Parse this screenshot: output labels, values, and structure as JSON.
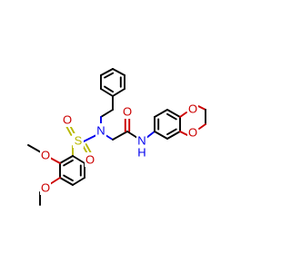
{
  "colors": {
    "carbon": "#000000",
    "oxygen": "#cc0000",
    "nitrogen": "#0000ee",
    "sulfur": "#b8b800",
    "background": "#ffffff"
  },
  "atoms": {
    "sulfonyl_o_left": "O",
    "sulfur": "S",
    "sulfonyl_o_right": "O",
    "sulfonamide_n": "N",
    "carbonyl_o": "O",
    "amide_nh": "N\nH",
    "methoxy_o_upper": "O",
    "methoxy_o_lower": "O",
    "dioxane_o_upper": "O",
    "dioxane_o_lower": "O"
  }
}
